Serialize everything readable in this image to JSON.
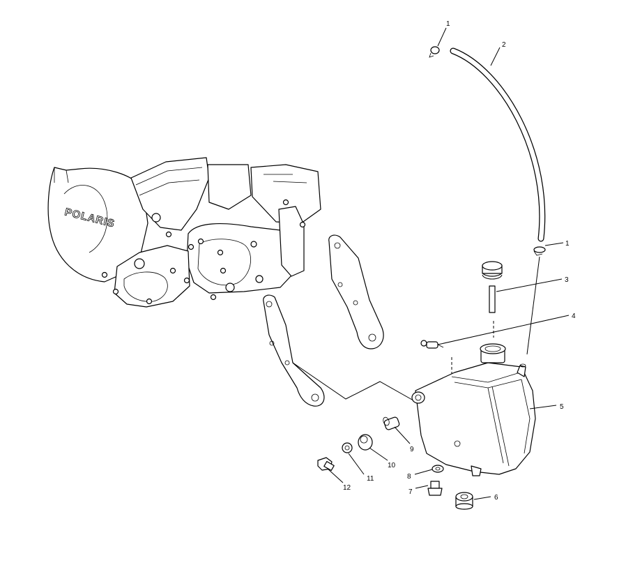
{
  "diagram": {
    "brand_logo": "POLARIS",
    "callouts": [
      "1",
      "2",
      "1",
      "3",
      "4",
      "5",
      "9",
      "10",
      "11",
      "12",
      "8",
      "7",
      "6"
    ]
  }
}
